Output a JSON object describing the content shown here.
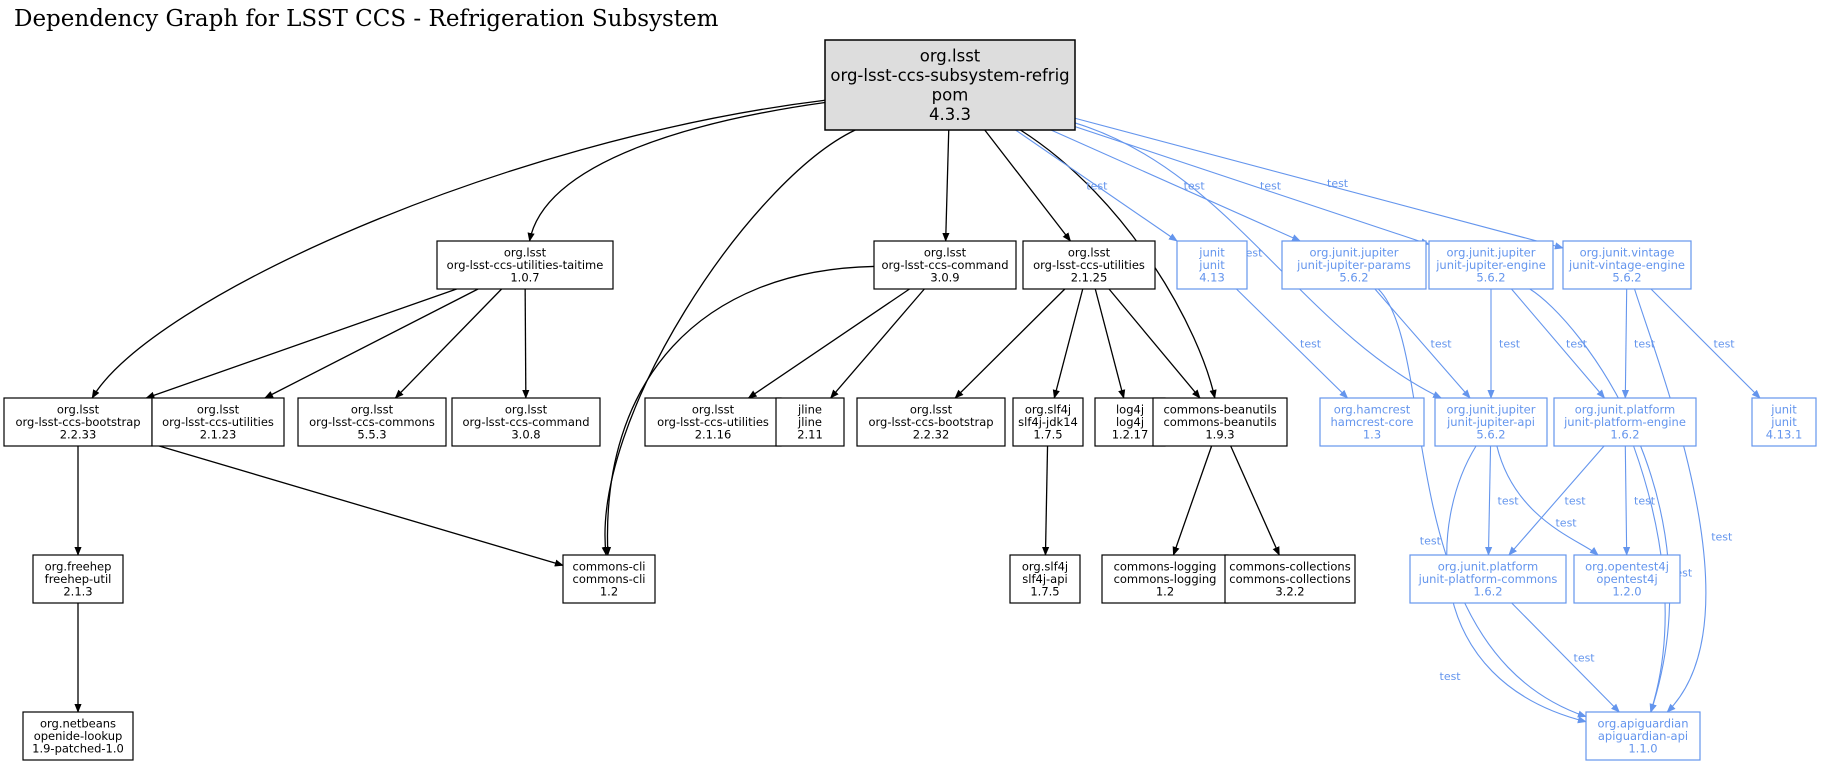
{
  "title": "Dependency Graph for LSST CCS - Refrigeration Subsystem",
  "colors": {
    "compile": "#000000",
    "test": "#6495ed",
    "root_fill": "#dddddd"
  },
  "nodes": [
    {
      "id": "root",
      "lines": [
        "org.lsst",
        "org-lsst-ccs-subsystem-refrig",
        "pom",
        "4.3.3"
      ],
      "kind": "root"
    },
    {
      "id": "utilities_taitime",
      "lines": [
        "org.lsst",
        "org-lsst-ccs-utilities-taitime",
        "1.0.7"
      ],
      "kind": "compile"
    },
    {
      "id": "command_309",
      "lines": [
        "org.lsst",
        "org-lsst-ccs-command",
        "3.0.9"
      ],
      "kind": "compile"
    },
    {
      "id": "utilities_2125",
      "lines": [
        "org.lsst",
        "org-lsst-ccs-utilities",
        "2.1.25"
      ],
      "kind": "compile"
    },
    {
      "id": "junit_413",
      "lines": [
        "junit",
        "junit",
        "4.13"
      ],
      "kind": "test"
    },
    {
      "id": "jupiter_params",
      "lines": [
        "org.junit.jupiter",
        "junit-jupiter-params",
        "5.6.2"
      ],
      "kind": "test"
    },
    {
      "id": "jupiter_engine",
      "lines": [
        "org.junit.jupiter",
        "junit-jupiter-engine",
        "5.6.2"
      ],
      "kind": "test"
    },
    {
      "id": "vintage_engine",
      "lines": [
        "org.junit.vintage",
        "junit-vintage-engine",
        "5.6.2"
      ],
      "kind": "test"
    },
    {
      "id": "bootstrap_2233",
      "lines": [
        "org.lsst",
        "org-lsst-ccs-bootstrap",
        "2.2.33"
      ],
      "kind": "compile"
    },
    {
      "id": "utilities_2123",
      "lines": [
        "org.lsst",
        "org-lsst-ccs-utilities",
        "2.1.23"
      ],
      "kind": "compile"
    },
    {
      "id": "commons_553",
      "lines": [
        "org.lsst",
        "org-lsst-ccs-commons",
        "5.5.3"
      ],
      "kind": "compile"
    },
    {
      "id": "command_308",
      "lines": [
        "org.lsst",
        "org-lsst-ccs-command",
        "3.0.8"
      ],
      "kind": "compile"
    },
    {
      "id": "utilities_2116",
      "lines": [
        "org.lsst",
        "org-lsst-ccs-utilities",
        "2.1.16"
      ],
      "kind": "compile"
    },
    {
      "id": "jline",
      "lines": [
        "jline",
        "jline",
        "2.11"
      ],
      "kind": "compile"
    },
    {
      "id": "bootstrap_2232",
      "lines": [
        "org.lsst",
        "org-lsst-ccs-bootstrap",
        "2.2.32"
      ],
      "kind": "compile"
    },
    {
      "id": "slf4j_jdk14",
      "lines": [
        "org.slf4j",
        "slf4j-jdk14",
        "1.7.5"
      ],
      "kind": "compile"
    },
    {
      "id": "log4j",
      "lines": [
        "log4j",
        "log4j",
        "1.2.17"
      ],
      "kind": "compile"
    },
    {
      "id": "beanutils",
      "lines": [
        "commons-beanutils",
        "commons-beanutils",
        "1.9.3"
      ],
      "kind": "compile"
    },
    {
      "id": "hamcrest",
      "lines": [
        "org.hamcrest",
        "hamcrest-core",
        "1.3"
      ],
      "kind": "test"
    },
    {
      "id": "jupiter_api",
      "lines": [
        "org.junit.jupiter",
        "junit-jupiter-api",
        "5.6.2"
      ],
      "kind": "test"
    },
    {
      "id": "platform_engine",
      "lines": [
        "org.junit.platform",
        "junit-platform-engine",
        "1.6.2"
      ],
      "kind": "test"
    },
    {
      "id": "junit_4131",
      "lines": [
        "junit",
        "junit",
        "4.13.1"
      ],
      "kind": "test"
    },
    {
      "id": "freehep",
      "lines": [
        "org.freehep",
        "freehep-util",
        "2.1.3"
      ],
      "kind": "compile"
    },
    {
      "id": "commons_cli",
      "lines": [
        "commons-cli",
        "commons-cli",
        "1.2"
      ],
      "kind": "compile"
    },
    {
      "id": "slf4j_api",
      "lines": [
        "org.slf4j",
        "slf4j-api",
        "1.7.5"
      ],
      "kind": "compile"
    },
    {
      "id": "commons_logging",
      "lines": [
        "commons-logging",
        "commons-logging",
        "1.2"
      ],
      "kind": "compile"
    },
    {
      "id": "commons_collections",
      "lines": [
        "commons-collections",
        "commons-collections",
        "3.2.2"
      ],
      "kind": "compile"
    },
    {
      "id": "platform_commons",
      "lines": [
        "org.junit.platform",
        "junit-platform-commons",
        "1.6.2"
      ],
      "kind": "test"
    },
    {
      "id": "opentest4j",
      "lines": [
        "org.opentest4j",
        "opentest4j",
        "1.2.0"
      ],
      "kind": "test"
    },
    {
      "id": "openide",
      "lines": [
        "org.netbeans",
        "openide-lookup",
        "1.9-patched-1.0"
      ],
      "kind": "compile"
    },
    {
      "id": "apiguardian",
      "lines": [
        "org.apiguardian",
        "apiguardian-api",
        "1.1.0"
      ],
      "kind": "test"
    }
  ],
  "edges": [
    {
      "from": "root",
      "to": "bootstrap_2233"
    },
    {
      "from": "root",
      "to": "utilities_taitime"
    },
    {
      "from": "root",
      "to": "commons_cli"
    },
    {
      "from": "root",
      "to": "command_309"
    },
    {
      "from": "root",
      "to": "utilities_2125"
    },
    {
      "from": "root",
      "to": "beanutils"
    },
    {
      "from": "root",
      "to": "junit_413",
      "label": "test"
    },
    {
      "from": "root",
      "to": "jupiter_api",
      "label": "test"
    },
    {
      "from": "root",
      "to": "jupiter_params",
      "label": "test"
    },
    {
      "from": "root",
      "to": "jupiter_engine",
      "label": "test"
    },
    {
      "from": "root",
      "to": "vintage_engine",
      "label": "test"
    },
    {
      "from": "utilities_taitime",
      "to": "bootstrap_2233"
    },
    {
      "from": "utilities_taitime",
      "to": "utilities_2123"
    },
    {
      "from": "utilities_taitime",
      "to": "commons_553"
    },
    {
      "from": "utilities_taitime",
      "to": "command_308"
    },
    {
      "from": "command_309",
      "to": "commons_cli"
    },
    {
      "from": "command_309",
      "to": "utilities_2116"
    },
    {
      "from": "command_309",
      "to": "jline"
    },
    {
      "from": "utilities_2125",
      "to": "bootstrap_2232"
    },
    {
      "from": "utilities_2125",
      "to": "slf4j_jdk14"
    },
    {
      "from": "utilities_2125",
      "to": "log4j"
    },
    {
      "from": "utilities_2125",
      "to": "beanutils"
    },
    {
      "from": "junit_413",
      "to": "hamcrest",
      "label": "test"
    },
    {
      "from": "jupiter_params",
      "to": "jupiter_api",
      "label": "test"
    },
    {
      "from": "jupiter_params",
      "to": "apiguardian",
      "label": "test"
    },
    {
      "from": "jupiter_engine",
      "to": "jupiter_api",
      "label": "test"
    },
    {
      "from": "jupiter_engine",
      "to": "platform_engine",
      "label": "test"
    },
    {
      "from": "jupiter_engine",
      "to": "apiguardian",
      "label": "test"
    },
    {
      "from": "vintage_engine",
      "to": "platform_engine",
      "label": "test"
    },
    {
      "from": "vintage_engine",
      "to": "junit_4131",
      "label": "test"
    },
    {
      "from": "vintage_engine",
      "to": "apiguardian",
      "label": "test"
    },
    {
      "from": "bootstrap_2233",
      "to": "freehep"
    },
    {
      "from": "bootstrap_2233",
      "to": "commons_cli"
    },
    {
      "from": "slf4j_jdk14",
      "to": "slf4j_api"
    },
    {
      "from": "beanutils",
      "to": "commons_logging"
    },
    {
      "from": "beanutils",
      "to": "commons_collections"
    },
    {
      "from": "jupiter_api",
      "to": "platform_commons",
      "label": "test"
    },
    {
      "from": "jupiter_api",
      "to": "opentest4j",
      "label": "test"
    },
    {
      "from": "jupiter_api",
      "to": "apiguardian",
      "label": "test"
    },
    {
      "from": "platform_engine",
      "to": "platform_commons",
      "label": "test"
    },
    {
      "from": "platform_engine",
      "to": "opentest4j",
      "label": "test"
    },
    {
      "from": "platform_engine",
      "to": "apiguardian",
      "label": "test"
    },
    {
      "from": "platform_commons",
      "to": "apiguardian",
      "label": "test"
    },
    {
      "from": "freehep",
      "to": "openide"
    }
  ]
}
